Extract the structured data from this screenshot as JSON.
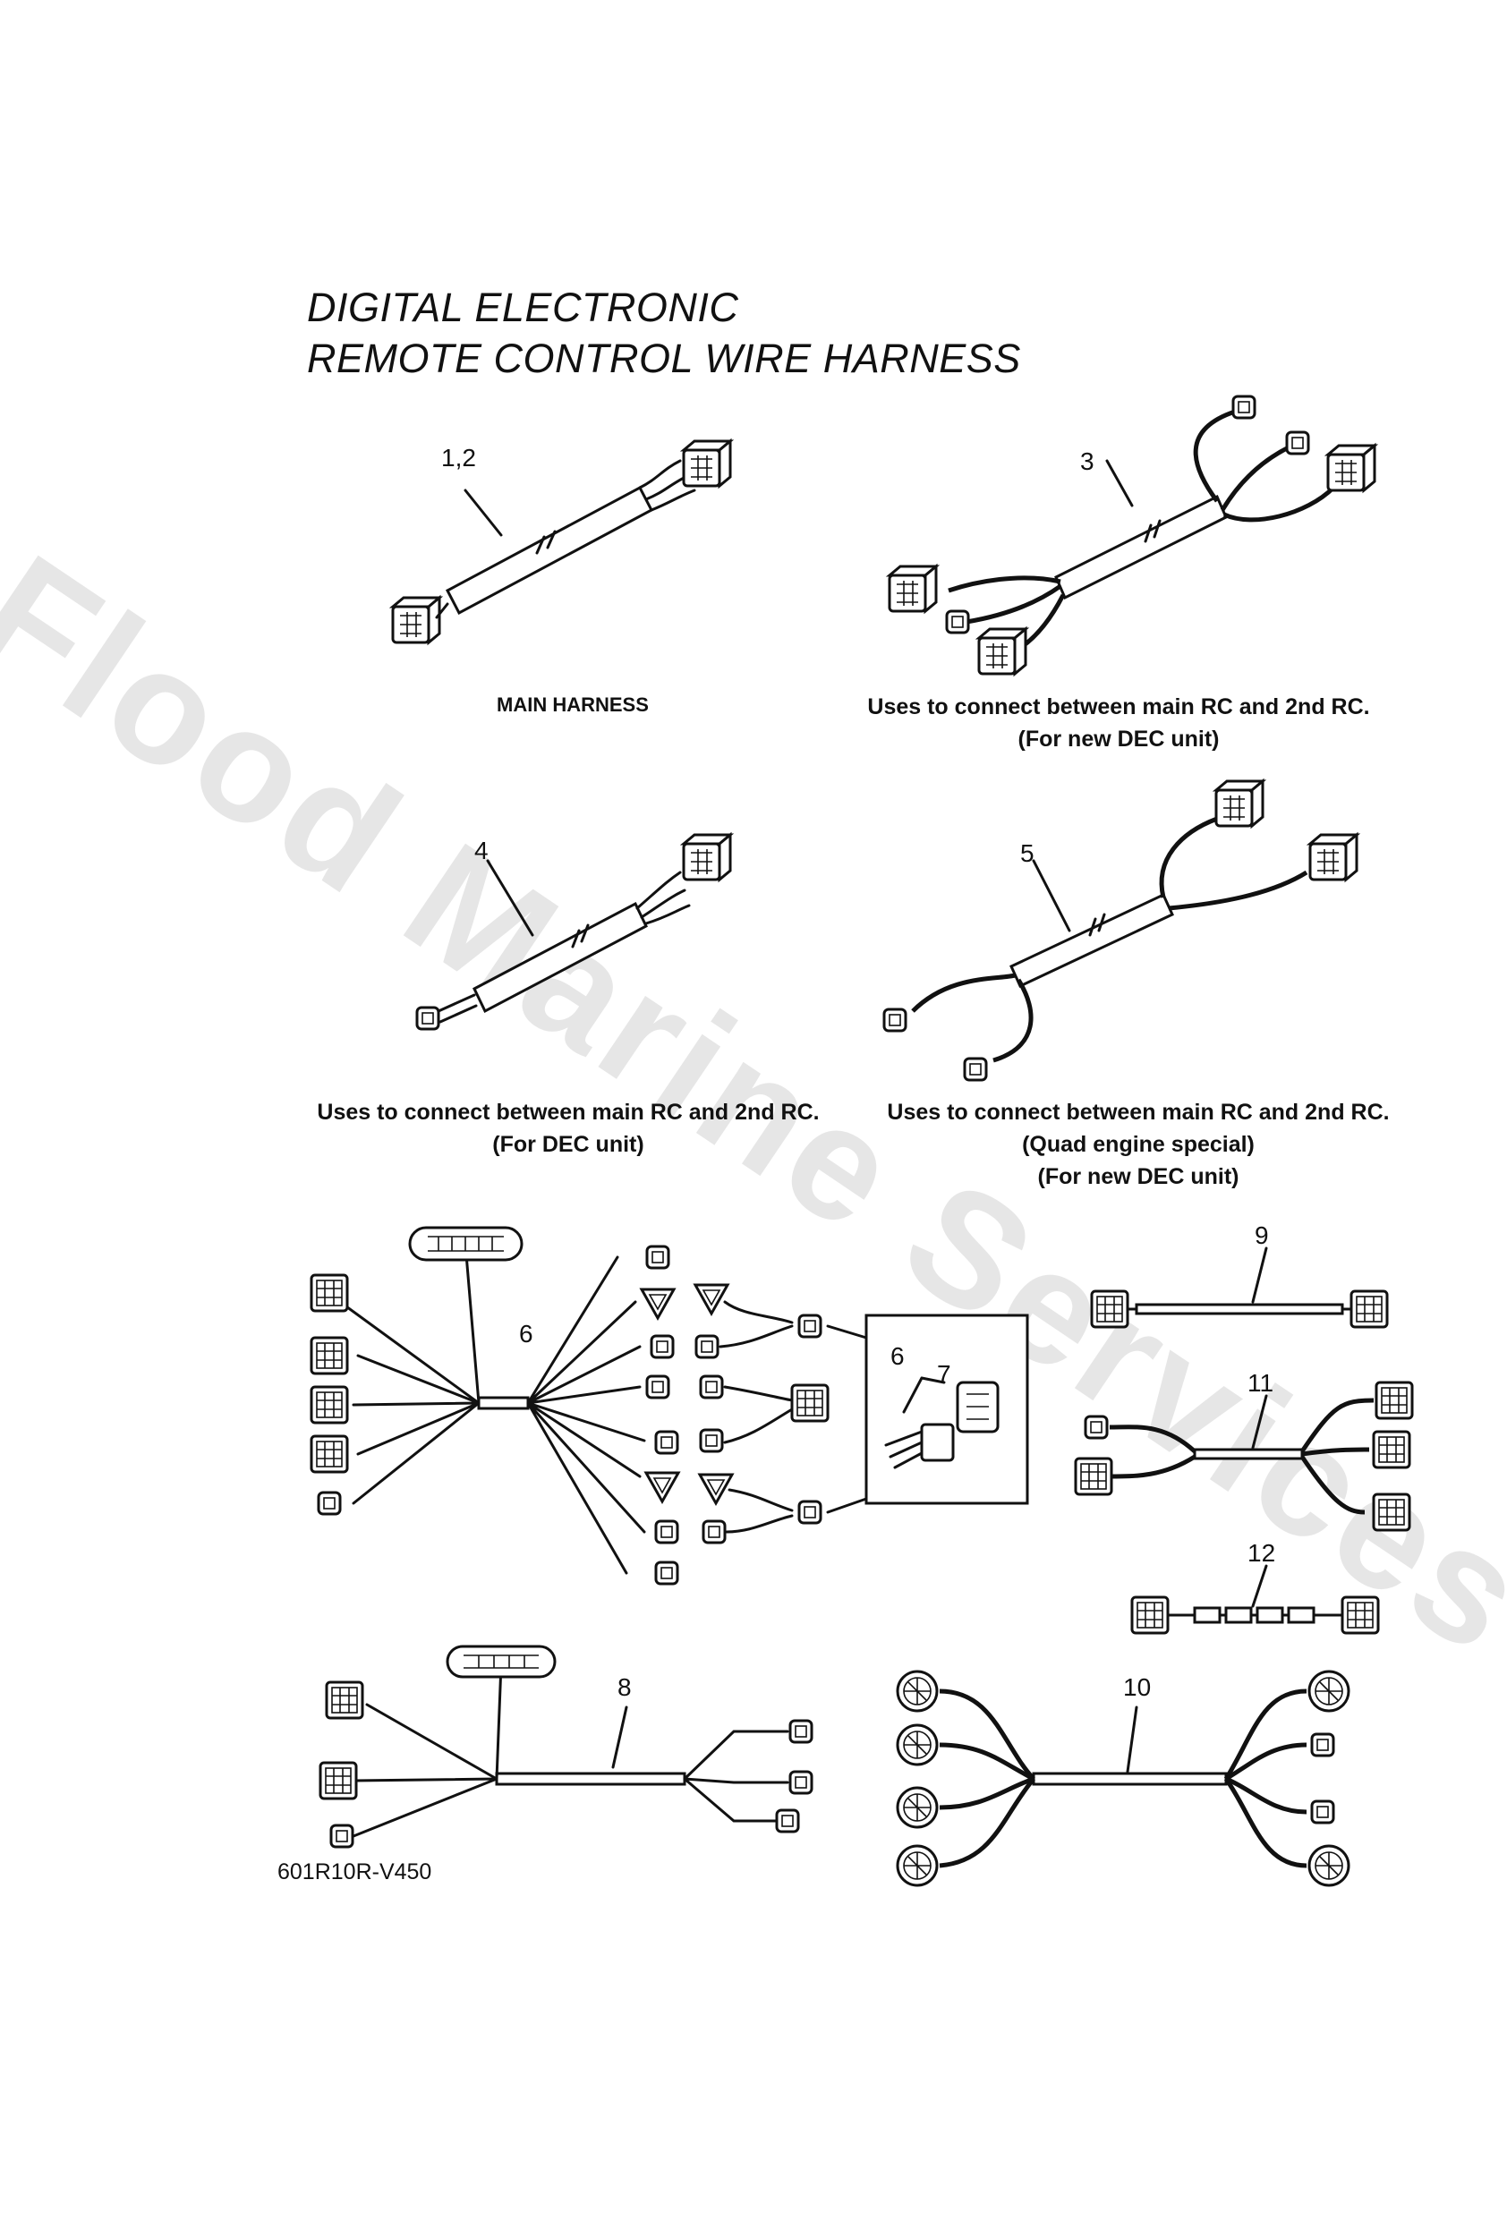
{
  "title": {
    "line1": "DIGITAL ELECTRONIC",
    "line2": "REMOTE CONTROL WIRE HARNESS"
  },
  "watermark": "Flood Marine Services",
  "part_numbers": {
    "p1_2": "1,2",
    "p3": "3",
    "p4": "4",
    "p5": "5",
    "p6": "6",
    "p6_inset": "6",
    "p7_inset": "7",
    "p8": "8",
    "p9": "9",
    "p10": "10",
    "p11": "11",
    "p12": "12"
  },
  "captions": {
    "main_harness": "MAIN HARNESS",
    "part3_line1": "Uses to connect between main RC and 2nd RC.",
    "part3_line2": "(For new DEC unit)",
    "part4_line1": "Uses to connect between main RC and 2nd RC.",
    "part4_line2": "(For DEC unit)",
    "part5_line1": "Uses to connect between main RC and 2nd RC.",
    "part5_line2": "(Quad engine special)",
    "part5_line3": "(For new DEC unit)"
  },
  "drawing_code": "601R10R-V450"
}
